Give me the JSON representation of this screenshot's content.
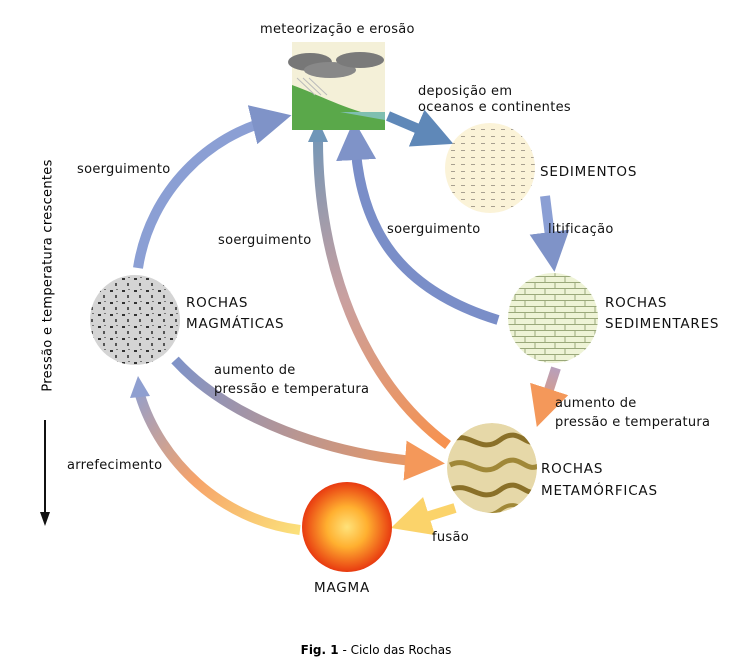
{
  "figure": {
    "caption_prefix": "Fig. 1",
    "caption_text": " - Ciclo das Rochas",
    "side_axis_label": "Pressão e temperatura crescentes"
  },
  "nodes": {
    "weathering": "meteorização e erosão",
    "sediments": "SEDIMENTOS",
    "sedimentary_1": "ROCHAS",
    "sedimentary_2": "SEDIMENTARES",
    "metamorphic_1": "ROCHAS",
    "metamorphic_2": "METAMÓRFICAS",
    "magma": "MAGMA",
    "igneous_1": "ROCHAS",
    "igneous_2": "MAGMÁTICAS"
  },
  "processes": {
    "deposition_1": "deposição em",
    "deposition_2": "oceanos e continentes",
    "lithification": "litificação",
    "pressure_right_1": "aumento de",
    "pressure_right_2": "pressão e temperatura",
    "pressure_mid_1": "aumento de",
    "pressure_mid_2": "pressão e temperatura",
    "melting": "fusão",
    "cooling": "arrefecimento",
    "uplift_left": "soerguimento",
    "uplift_mid": "soerguimento",
    "uplift_right": "soerguimento"
  },
  "colors": {
    "blue": "#7f93c8",
    "orange": "#f4985a",
    "yellow": "#fbe07a"
  }
}
